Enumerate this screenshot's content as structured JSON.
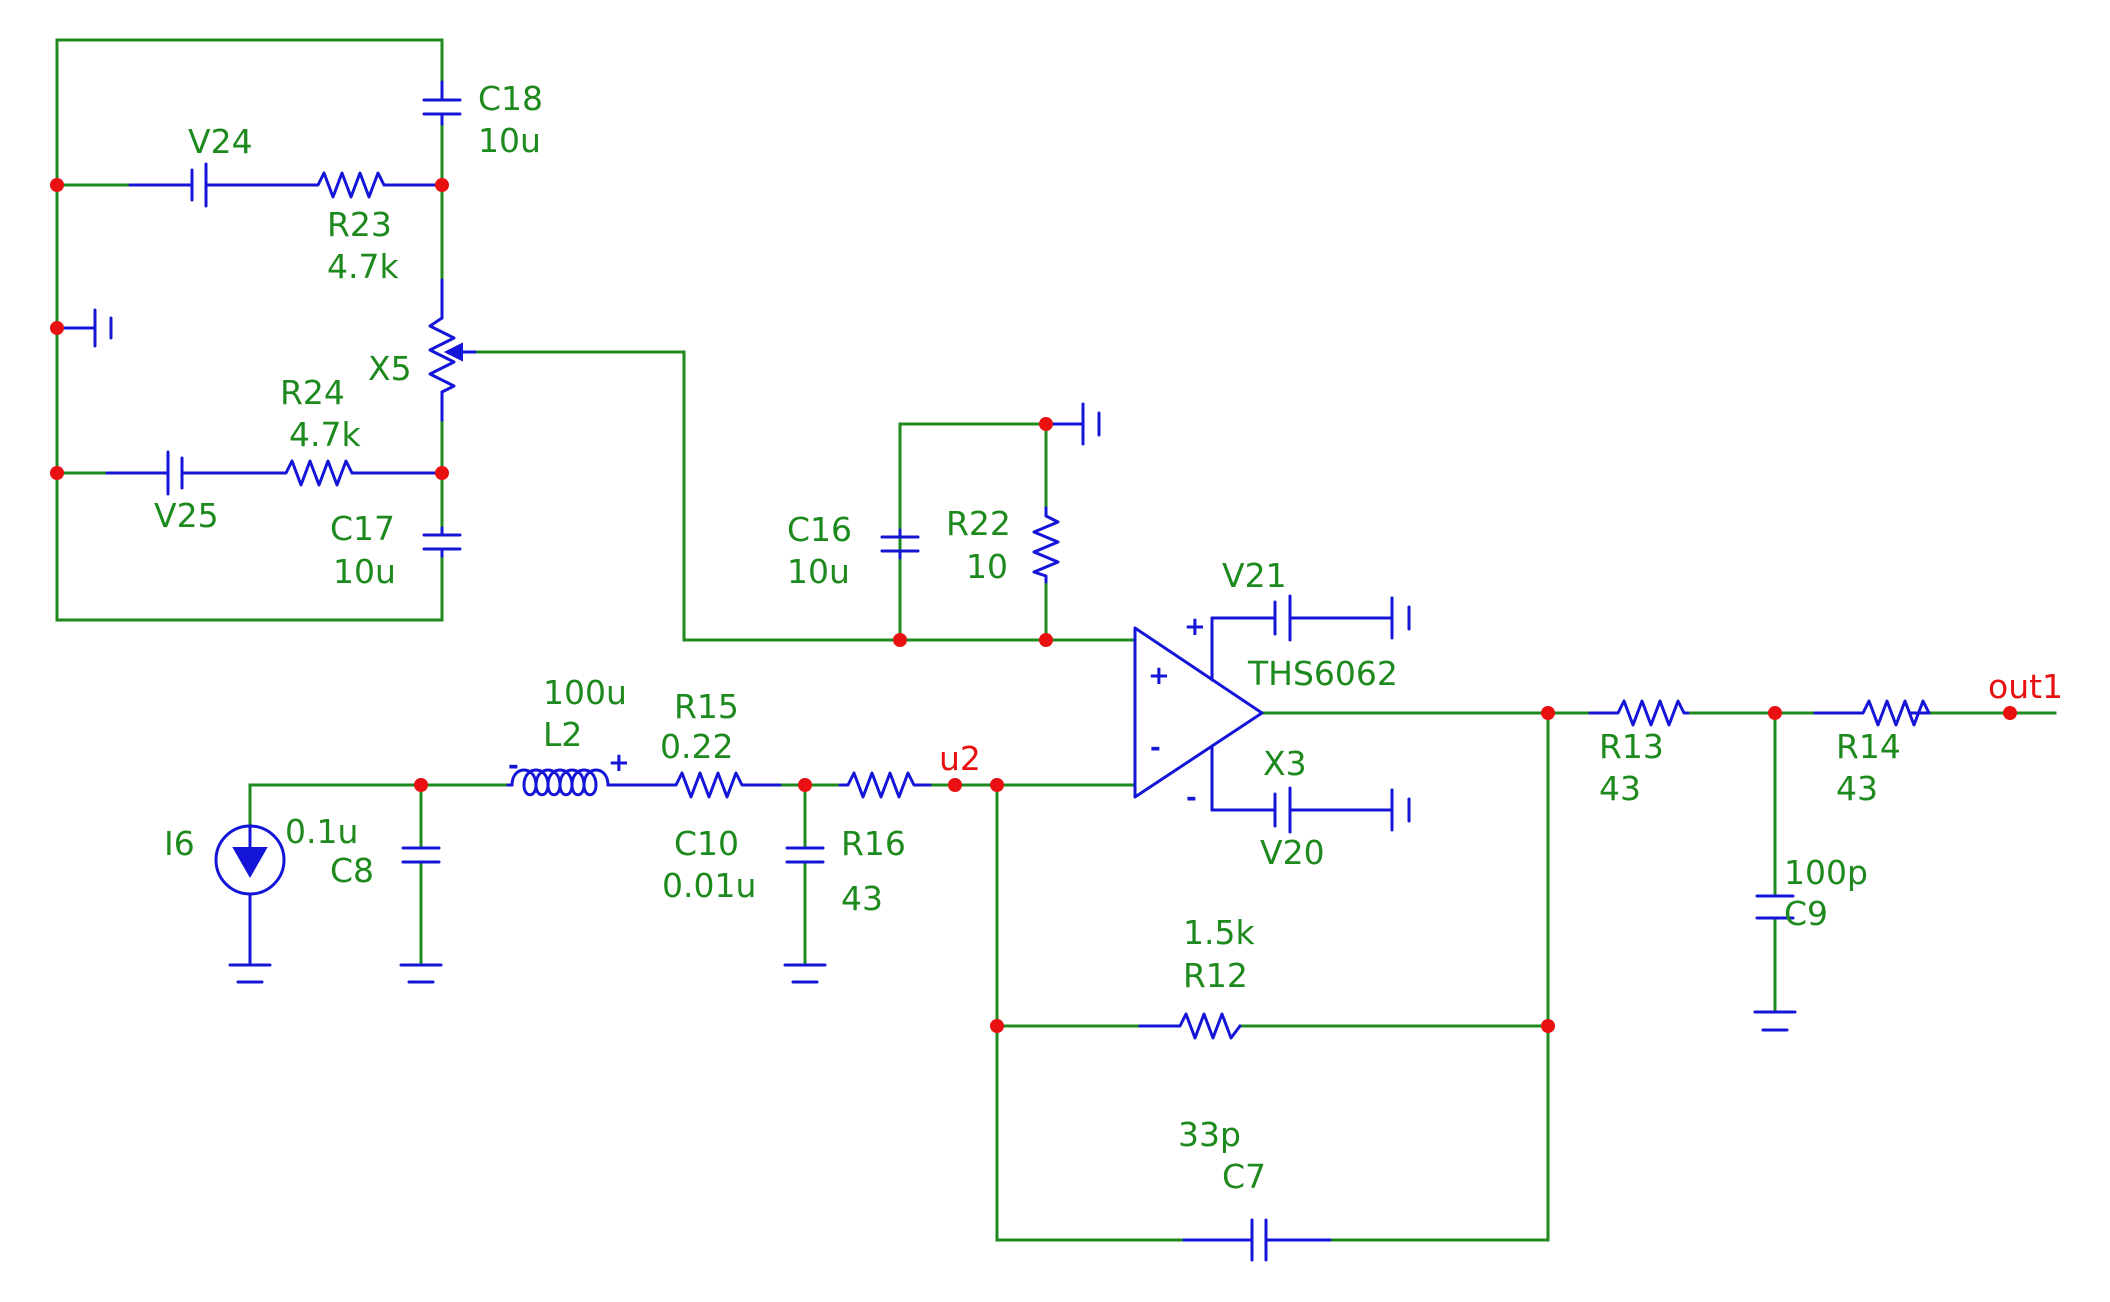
{
  "nets": {
    "u2": "u2",
    "out1": "out1"
  },
  "components": {
    "C18": {
      "ref": "C18",
      "value": "10u"
    },
    "V24": {
      "ref": "V24"
    },
    "R23": {
      "ref": "R23",
      "value": "4.7k"
    },
    "X5": {
      "ref": "X5"
    },
    "R24": {
      "ref": "R24",
      "value": "4.7k"
    },
    "V25": {
      "ref": "V25"
    },
    "C17": {
      "ref": "C17",
      "value": "10u"
    },
    "C16": {
      "ref": "C16",
      "value": "10u"
    },
    "R22": {
      "ref": "R22",
      "value": "10"
    },
    "V21": {
      "ref": "V21"
    },
    "THS6062": {
      "ref": "THS6062"
    },
    "X3": {
      "ref": "X3"
    },
    "V20": {
      "ref": "V20"
    },
    "L2": {
      "ref": "L2",
      "value": "100u"
    },
    "R15": {
      "ref": "R15",
      "value": "0.22"
    },
    "I6": {
      "ref": "I6"
    },
    "C8": {
      "ref": "C8",
      "value": "0.1u"
    },
    "C10": {
      "ref": "C10",
      "value": "0.01u"
    },
    "R16": {
      "ref": "R16",
      "value": "43"
    },
    "R13": {
      "ref": "R13",
      "value": "43"
    },
    "R14": {
      "ref": "R14",
      "value": "43"
    },
    "C9": {
      "ref": "C9",
      "value": "100p"
    },
    "R12": {
      "ref": "R12",
      "value": "1.5k"
    },
    "C7": {
      "ref": "C7",
      "value": "33p"
    }
  },
  "symbols": {
    "plus": "+",
    "minus": "-"
  },
  "colors": {
    "wire": "#1e8a1e",
    "component": "#1515d8",
    "junction": "#e81010",
    "label": "#1e8a1e",
    "net_label": "#e81010"
  }
}
